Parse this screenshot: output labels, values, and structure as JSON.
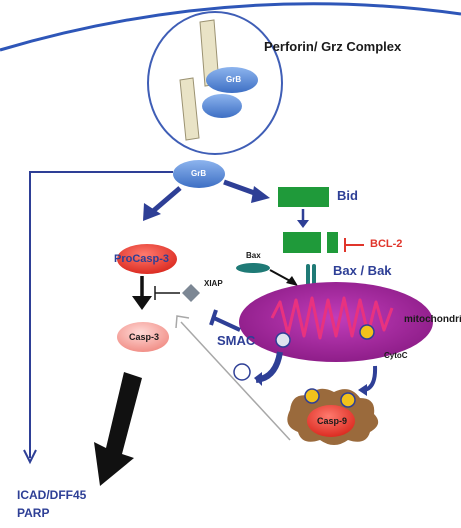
{
  "labels": {
    "perforin_complex": "Perforin/ Grz Complex",
    "grb_vesicle": "GrB",
    "grb_cytosol": "GrB",
    "bid": "Bid",
    "bcl2": "BCL-2",
    "bax": "Bax",
    "bax_bak": "Bax / Bak",
    "procasp3": "ProCasp-3",
    "xiap": "XIAP",
    "casp3": "Casp-3",
    "smac": "SMAC",
    "mitochondria": "mitochondria",
    "cytoc": "CytoC",
    "casp9": "Casp-9",
    "icad": "ICAD/DFF45",
    "parp": "PARP"
  },
  "colors": {
    "navy": "#2e3f96",
    "blue_protein": "#4a7fd2",
    "green_protein": "#1f9a3a",
    "mito_fill": "#a0259a",
    "mito_cristae": "#e8327f",
    "red_protein": "#e0352b",
    "yellow_dot": "#f2c21b",
    "brown_complex": "#9a6a3c",
    "teal": "#1f7a76"
  }
}
